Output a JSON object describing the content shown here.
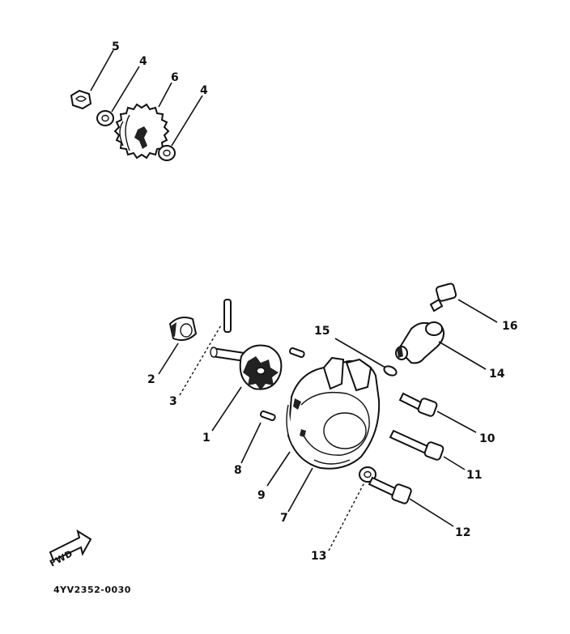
{
  "figure_code": "4YV2352-0030",
  "front_marker": "FWD",
  "callouts": [
    "5",
    "4",
    "6",
    "4",
    "16",
    "15",
    "14",
    "2",
    "3",
    "10",
    "1",
    "11",
    "8",
    "9",
    "7",
    "12",
    "13"
  ]
}
